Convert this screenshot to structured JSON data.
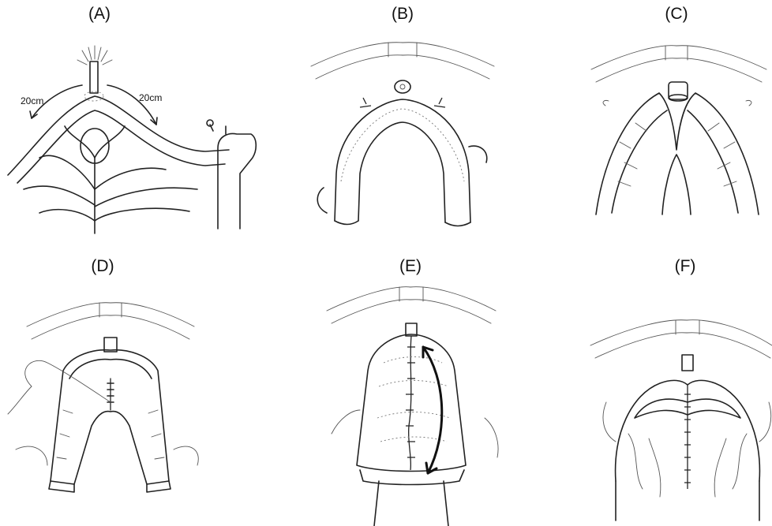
{
  "panels": [
    {
      "label": "(A)",
      "measurement_left": "20cm",
      "measurement_right": "20cm"
    },
    {
      "label": "(B)"
    },
    {
      "label": "(C)"
    },
    {
      "label": "(D)"
    },
    {
      "label": "(E)"
    },
    {
      "label": "(F)"
    }
  ]
}
